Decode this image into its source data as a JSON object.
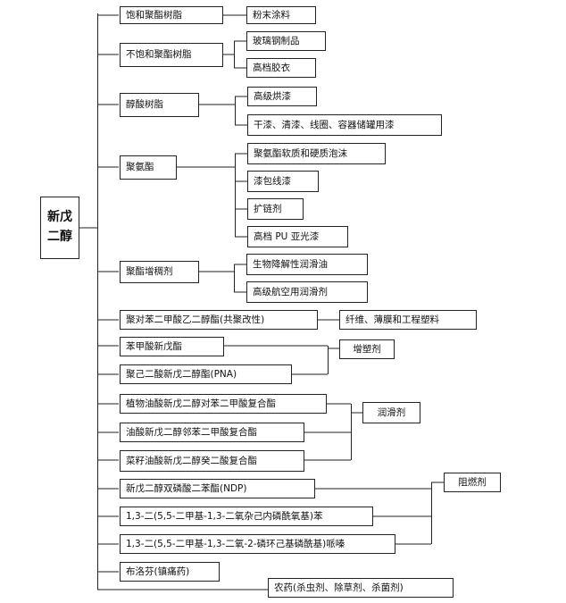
{
  "root": "新戊二醇",
  "nodes": [
    {
      "id": "n1",
      "label": "饱和聚酯树脂"
    },
    {
      "id": "n2",
      "label": "粉末涂料"
    },
    {
      "id": "n3",
      "label": "不饱和聚酯树脂"
    },
    {
      "id": "n4",
      "label": "玻璃钢制品"
    },
    {
      "id": "n5",
      "label": "高档胶衣"
    },
    {
      "id": "n6",
      "label": "醇酸树脂"
    },
    {
      "id": "n7",
      "label": "高级烘漆"
    },
    {
      "id": "n8",
      "label": "干漆、清漆、线圈、容器储罐用漆"
    },
    {
      "id": "n9",
      "label": "聚氨酯"
    },
    {
      "id": "n10",
      "label": "聚氨酯软质和硬质泡沫"
    },
    {
      "id": "n11",
      "label": "漆包线漆"
    },
    {
      "id": "n12",
      "label": "扩链剂"
    },
    {
      "id": "n13",
      "label": "高档 PU 亚光漆"
    },
    {
      "id": "n14",
      "label": "聚酯增稠剂"
    },
    {
      "id": "n15",
      "label": "生物降解性润滑油"
    },
    {
      "id": "n16",
      "label": "高级航空用润滑剂"
    },
    {
      "id": "n17",
      "label": "聚对苯二甲酸乙二醇酯(共聚改性)"
    },
    {
      "id": "n18",
      "label": "纤维、薄膜和工程塑料"
    },
    {
      "id": "n19",
      "label": "苯甲酸新戊酯"
    },
    {
      "id": "n20",
      "label": "增塑剂"
    },
    {
      "id": "n21",
      "label": "聚己二酸新戊二醇酯(PNA)"
    },
    {
      "id": "n22",
      "label": "植物油酸新戊二醇对苯二甲酸复合酯"
    },
    {
      "id": "n23",
      "label": "润滑剂"
    },
    {
      "id": "n24",
      "label": "油酸新戊二醇邻苯二甲酸复合酯"
    },
    {
      "id": "n25",
      "label": "菜籽油酸新戊二醇癸二酸复合酯"
    },
    {
      "id": "n26",
      "label": "新戊二醇双磷酸二苯酯(NDP)"
    },
    {
      "id": "n27",
      "label": "阻燃剂"
    },
    {
      "id": "n28",
      "label": "1,3-二(5,5-二甲基-1,3-二氧杂己内磷酰氧基)苯"
    },
    {
      "id": "n29",
      "label": "1,3-二(5,5-二甲基-1,3-二氧-2-磷环己基磷酰基)哌嗪"
    },
    {
      "id": "n30",
      "label": "布洛芬(镇痛药)"
    },
    {
      "id": "n31",
      "label": "农药(杀虫剂、除草剂、杀菌剂)"
    }
  ]
}
